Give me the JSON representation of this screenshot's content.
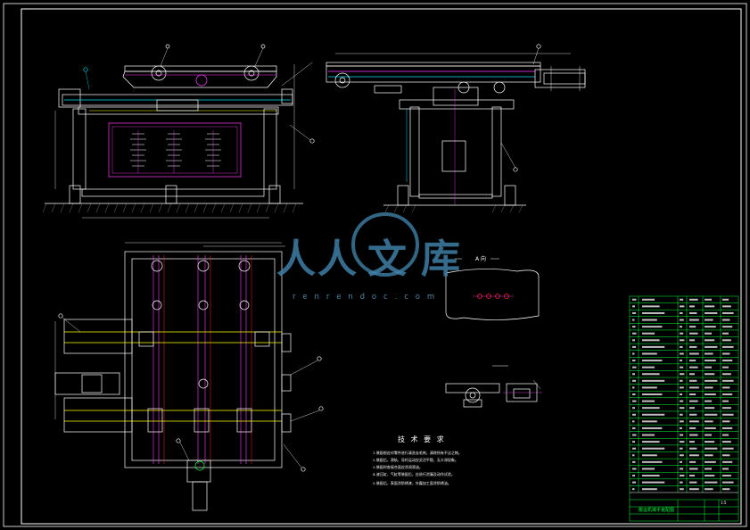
{
  "drawing": {
    "section_label": "A 向",
    "scale_note": "1:5"
  },
  "technical_requirements": {
    "title": "技 术 要 求",
    "items": [
      "1.装配前应对零件进行清洗去毛刺，清除所有不洁之物。",
      "2.装配后，滑轨、导杆运动应灵活平稳，无卡滞现象。",
      "3.装配时各接合面应涂润滑油。",
      "4.液压缸、气缸等装配后，应进行泄漏及动作试验。",
      "5.装配后，表面涂防锈漆，外露加工面涂防锈油。"
    ]
  },
  "watermark": {
    "chars": [
      "人",
      "人",
      "文",
      "库"
    ],
    "url": "r e n r e n d o c . c o m"
  },
  "title_block": {
    "drawing_name": "搬运机械手装配图",
    "header_cols": [
      "序号",
      "名 称",
      "数量",
      "材 料",
      "备 注"
    ],
    "rows_count_label": "29",
    "footer": [
      "比例",
      "1:5",
      "图号"
    ],
    "colors": {
      "frame": "#ffffff",
      "part": "#ffffff",
      "centerline": "#ff3cff",
      "hidden": "#ff2020",
      "table": "#00ff40",
      "accent": "#ffff00",
      "cyan": "#00e0ff"
    }
  }
}
